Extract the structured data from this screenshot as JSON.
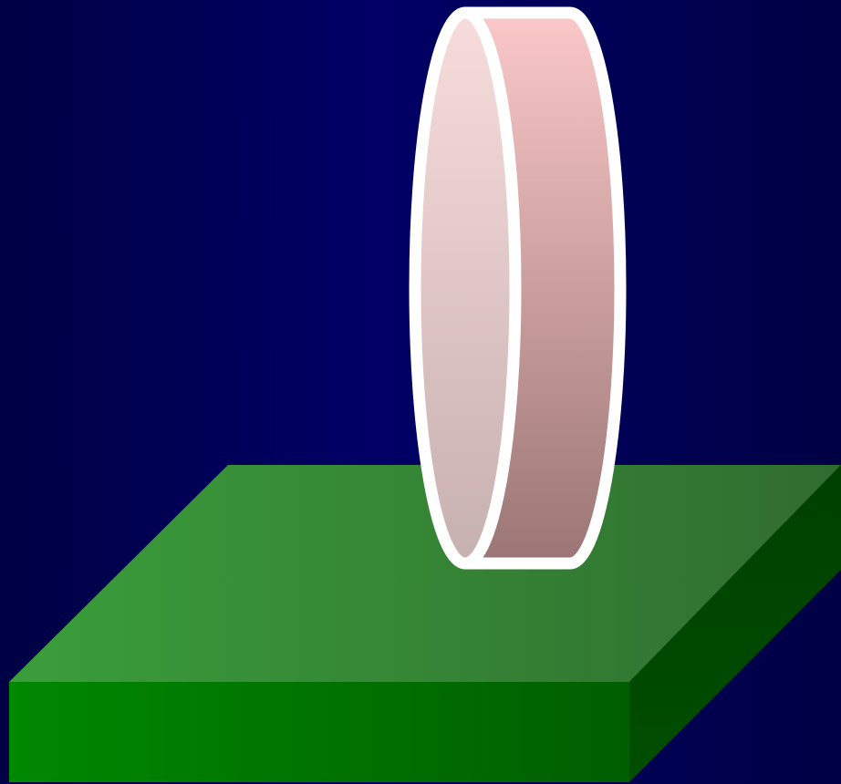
{
  "colors": {
    "background_center": "#000066",
    "background_edge": "#000044",
    "slab_top_left": "#3a9e3a",
    "slab_top_right": "#306c30",
    "slab_front_left": "#008800",
    "slab_front_right": "#005e00",
    "slab_side_top": "#003f00",
    "slab_side_bottom": "#004e00",
    "disc_face_top": "#f8dcdc",
    "disc_face_bottom": "#c7b0b0",
    "disc_rim_top": "#fbc8c8",
    "disc_rim_bottom": "#9b7575",
    "disc_outline": "#ffffff"
  },
  "objects": [
    {
      "name": "slab",
      "shape": "rectangular-plate"
    },
    {
      "name": "disc",
      "shape": "cylinder-standing-on-edge"
    }
  ]
}
